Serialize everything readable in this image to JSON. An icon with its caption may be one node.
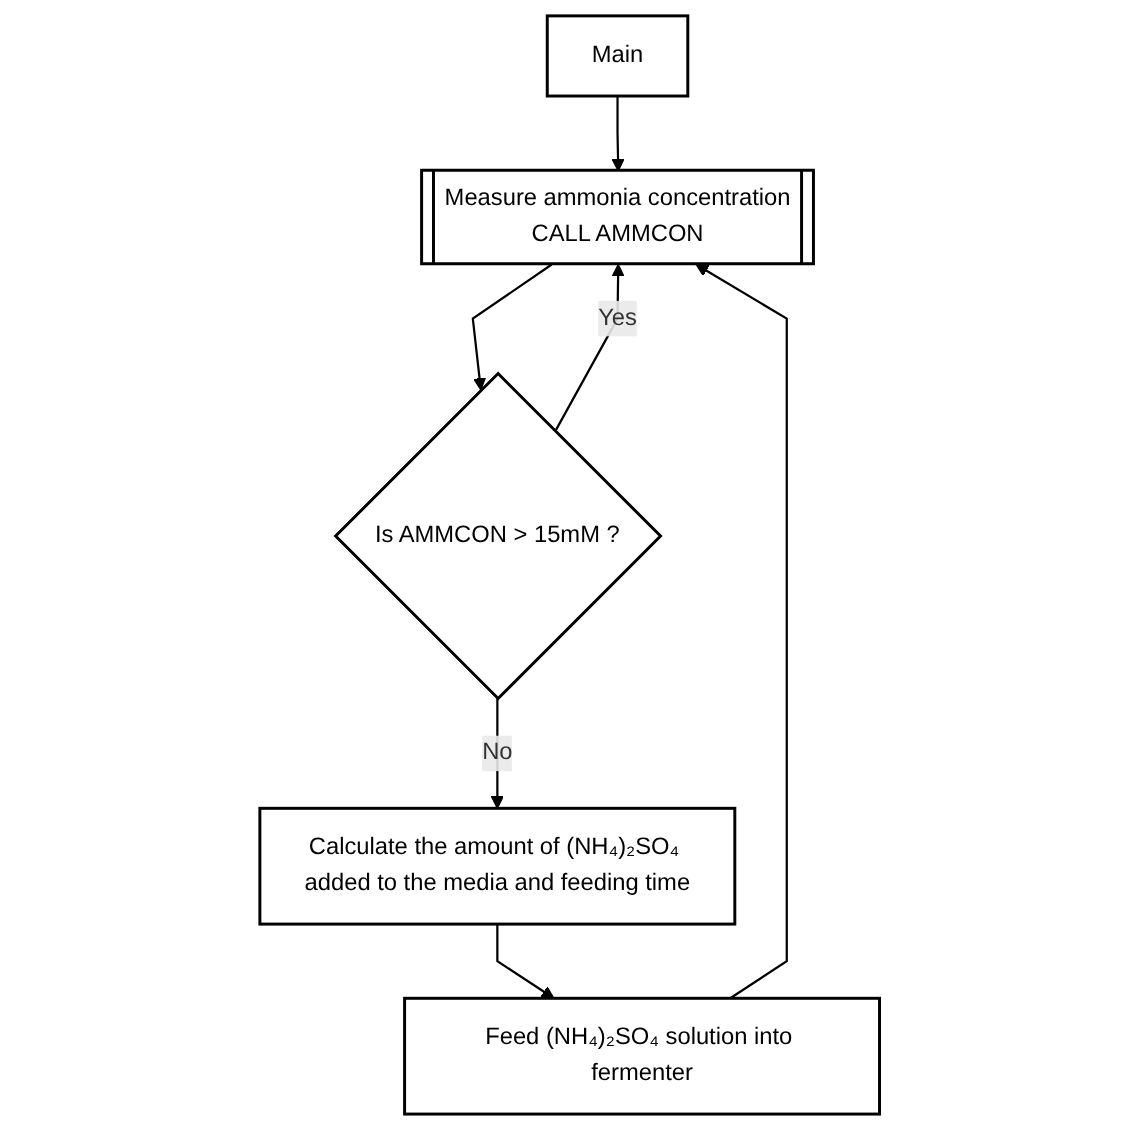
{
  "diagram": {
    "nodes": [
      {
        "text": [
          "Main"
        ]
      },
      {
        "text": [
          "Measure ammonia concentration",
          "CALL AMMCON"
        ]
      },
      {
        "text": [
          "Is AMMCON > 15mM ?"
        ]
      },
      {
        "text": [
          "Calculate the amount of (NH₄)₂SO₄ added to the media and feeding time"
        ]
      },
      {
        "text": [
          "Feed (NH₄)₂SO₄ solution into fermenter"
        ]
      }
    ],
    "edges": [
      {
        "from": 0,
        "to": 1,
        "arrow": "to"
      },
      {
        "from": 1,
        "to": 2,
        "arrow": "to"
      },
      {
        "from": 2,
        "to": 1,
        "arrow": "to",
        "label": "Yes"
      },
      {
        "from": 2,
        "to": 3,
        "arrow": "to",
        "label": "No"
      },
      {
        "from": 3,
        "to": 4,
        "arrow": "to"
      },
      {
        "from": 4,
        "to": 1,
        "arrow": "to"
      }
    ]
  }
}
